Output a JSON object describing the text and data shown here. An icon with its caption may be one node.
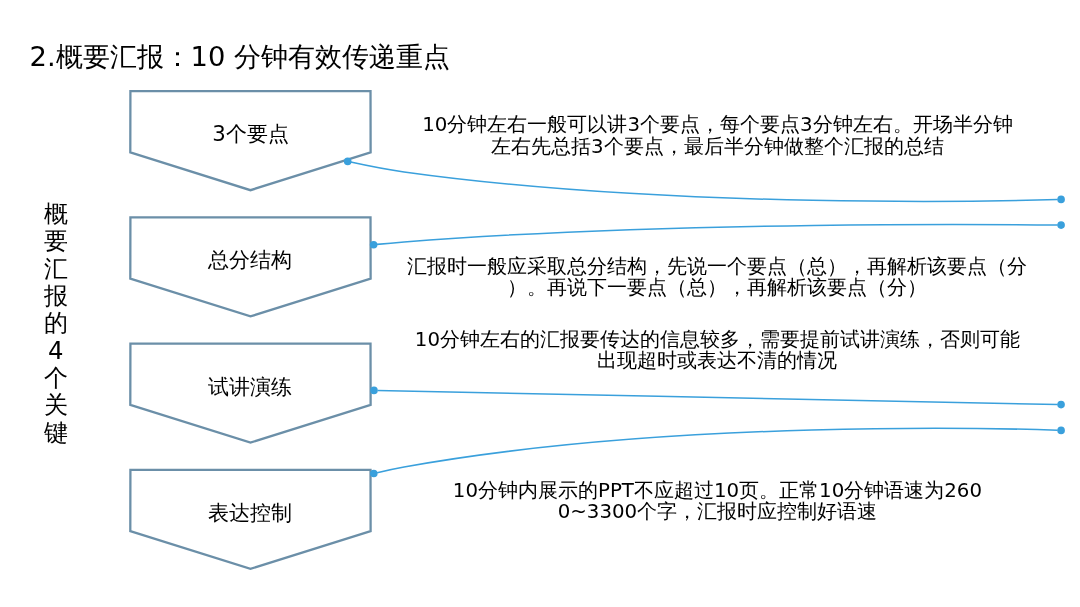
{
  "diagram": {
    "title": "2.概要汇报：10 分钟有效传递重点",
    "nodes": [
      {
        "text": [
          "3个要点"
        ]
      },
      {
        "text": [
          "总分结构"
        ]
      },
      {
        "text": [
          "试讲演练"
        ]
      },
      {
        "text": [
          "表达控制"
        ]
      },
      {
        "text": [
          "10分钟左右一般可以讲3个要点，每个要点3分钟左右。开场半分钟左右先总括3个要点，最后半分钟做整个汇报的总结"
        ]
      },
      {
        "text": [
          "汇报时一般应采取总分结构，先说一个要点（总），再解析该要点（分）。再说下一要点（总），再解析该要点（分）"
        ]
      },
      {
        "text": [
          "10分钟左右的汇报要传达的信息较多，需要提前试讲演练，否则可能出现超时或表达不清的情况"
        ]
      },
      {
        "text": [
          "10分钟内展示的PPT不应超过10页。正常10分钟语速为2600~3300个字，汇报时应控制好语速"
        ]
      }
    ],
    "edges": [
      {
        "from": 0,
        "to": null,
        "arrow": "other"
      },
      {
        "from": 1,
        "to": null,
        "arrow": "other"
      },
      {
        "from": 2,
        "to": null,
        "arrow": "other"
      },
      {
        "from": 3,
        "to": null,
        "arrow": "other"
      }
    ],
    "labels": [
      "概要汇报的4个关键"
    ]
  }
}
